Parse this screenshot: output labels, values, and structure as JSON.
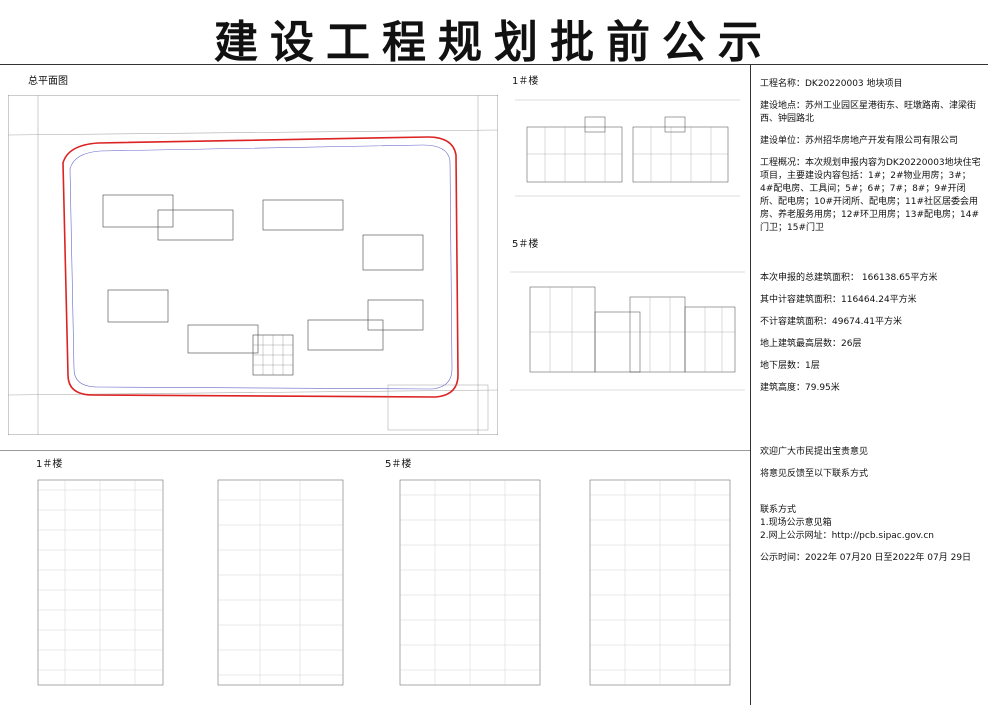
{
  "page_title": "建设工程规划批前公示",
  "panels": {
    "site_plan_label": "总平面图",
    "bldg1_plan_label": "1＃楼",
    "bldg5_plan_label": "5＃楼",
    "bldg1_elev_label": "1＃楼",
    "bldg5_elev_label": "5＃楼"
  },
  "info": {
    "project_name": "工程名称：DK20220003 地块项目",
    "location": "建设地点：苏州工业园区星港街东、旺墩路南、津梁街西、钟园路北",
    "developer": "建设单位：苏州招华房地产开发有限公司有限公司",
    "overview": "工程概况：本次规划申报内容为DK20220003地块住宅项目，主要建设内容包括：1#；2#物业用房；3#；4#配电房、工具间；5#；6#；7#；8#；9#开闭所、配电房；10#开闭所、配电房；11#社区居委会用房、养老服务用房；12#环卫用房；13#配电房；14#门卫；15#门卫",
    "total_area": "本次申报的总建筑面积：  166138.65平方米",
    "far_area": "其中计容建筑面积：116464.24平方米",
    "non_far_area": "不计容建筑面积：49674.41平方米",
    "max_floors": "地上建筑最高层数：26层",
    "basement_floors": "地下层数：1层",
    "height": "建筑高度：79.95米",
    "welcome": "欢迎广大市民提出宝贵意见",
    "feedback": "将意见反馈至以下联系方式",
    "contact_title": "联系方式",
    "contact_1": "1.现场公示意见箱",
    "contact_2": "2.网上公示网址：http://pcb.sipac.gov.cn",
    "period": "公示时间：2022年 07月20 日至2022年 07月 29日"
  }
}
